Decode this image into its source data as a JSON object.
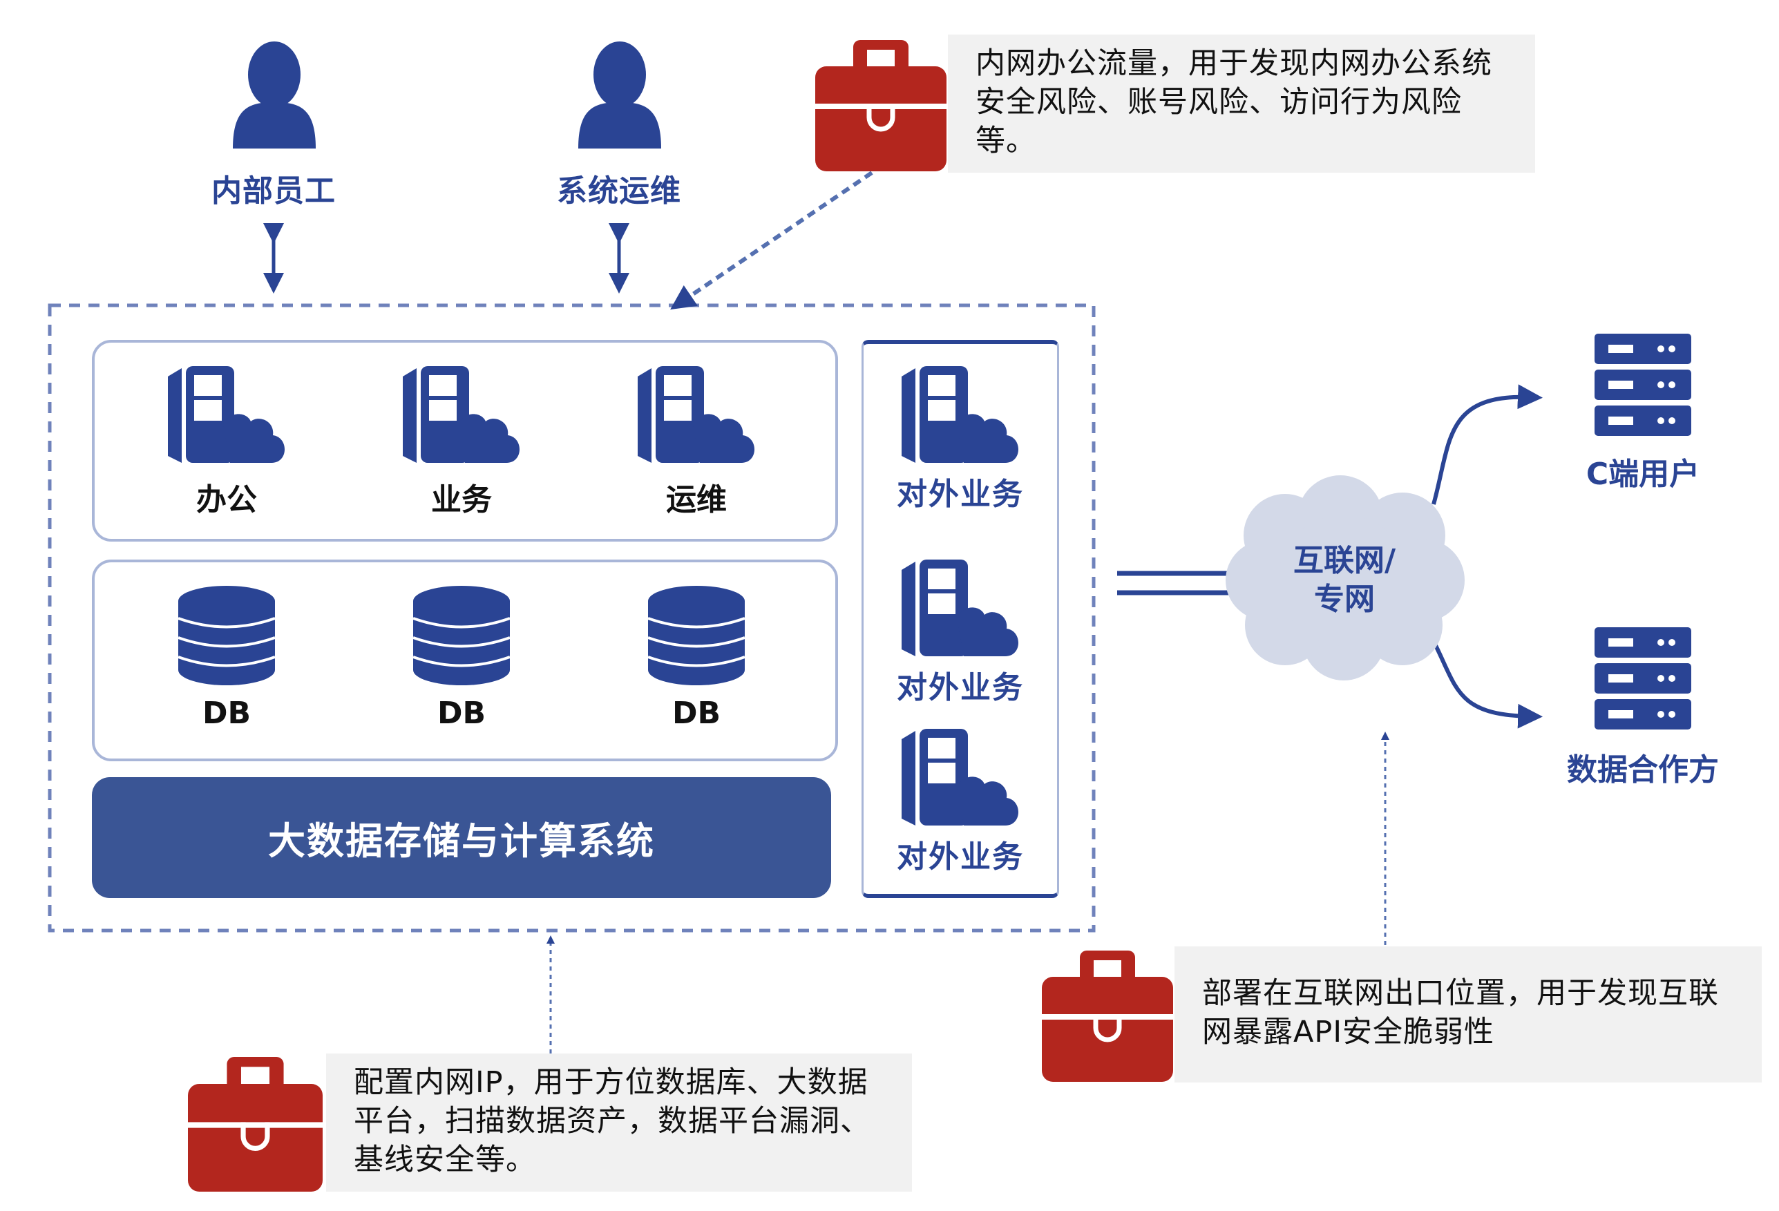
{
  "actors": [
    {
      "label": "内部员工",
      "icon": "person-icon"
    },
    {
      "label": "系统运维",
      "icon": "person-icon"
    }
  ],
  "callouts": {
    "top": {
      "icon": "briefcase-icon",
      "text": "内网办公流量，用于发现内网办公系统安全风险、账号风险、访问行为风险等。"
    },
    "bottom_left": {
      "icon": "briefcase-icon",
      "text": "配置内网IP，用于方位数据库、大数据平台，扫描数据资产，数据平台漏洞、基线安全等。"
    },
    "bottom_right": {
      "icon": "briefcase-icon",
      "text": "部署在互联网出口位置，用于发现互联网暴露API安全脆弱性"
    }
  },
  "internal_system": {
    "apps": [
      {
        "label": "办公",
        "icon": "server-cloud-icon"
      },
      {
        "label": "业务",
        "icon": "server-cloud-icon"
      },
      {
        "label": "运维",
        "icon": "server-cloud-icon"
      }
    ],
    "databases": [
      {
        "label": "DB",
        "icon": "database-icon"
      },
      {
        "label": "DB",
        "icon": "database-icon"
      },
      {
        "label": "DB",
        "icon": "database-icon"
      }
    ],
    "bigdata_label": "大数据存储与计算系统",
    "external_services": [
      {
        "label": "对外业务",
        "icon": "server-cloud-icon"
      },
      {
        "label": "对外业务",
        "icon": "server-cloud-icon"
      },
      {
        "label": "对外业务",
        "icon": "server-cloud-icon"
      }
    ]
  },
  "network": {
    "label_line1": "互联网/",
    "label_line2": "专网"
  },
  "endpoints": [
    {
      "label": "C端用户",
      "icon": "server-rack-icon"
    },
    {
      "label": "数据合作方",
      "icon": "server-rack-icon"
    }
  ],
  "colors": {
    "primary_blue": "#2a4494",
    "bar_blue": "#3a5595",
    "panel_border": "#a9b6d8",
    "cloud_fill": "#d3d9e8",
    "briefcase_red": "#b3261e",
    "callout_bg": "#f1f1f1"
  }
}
